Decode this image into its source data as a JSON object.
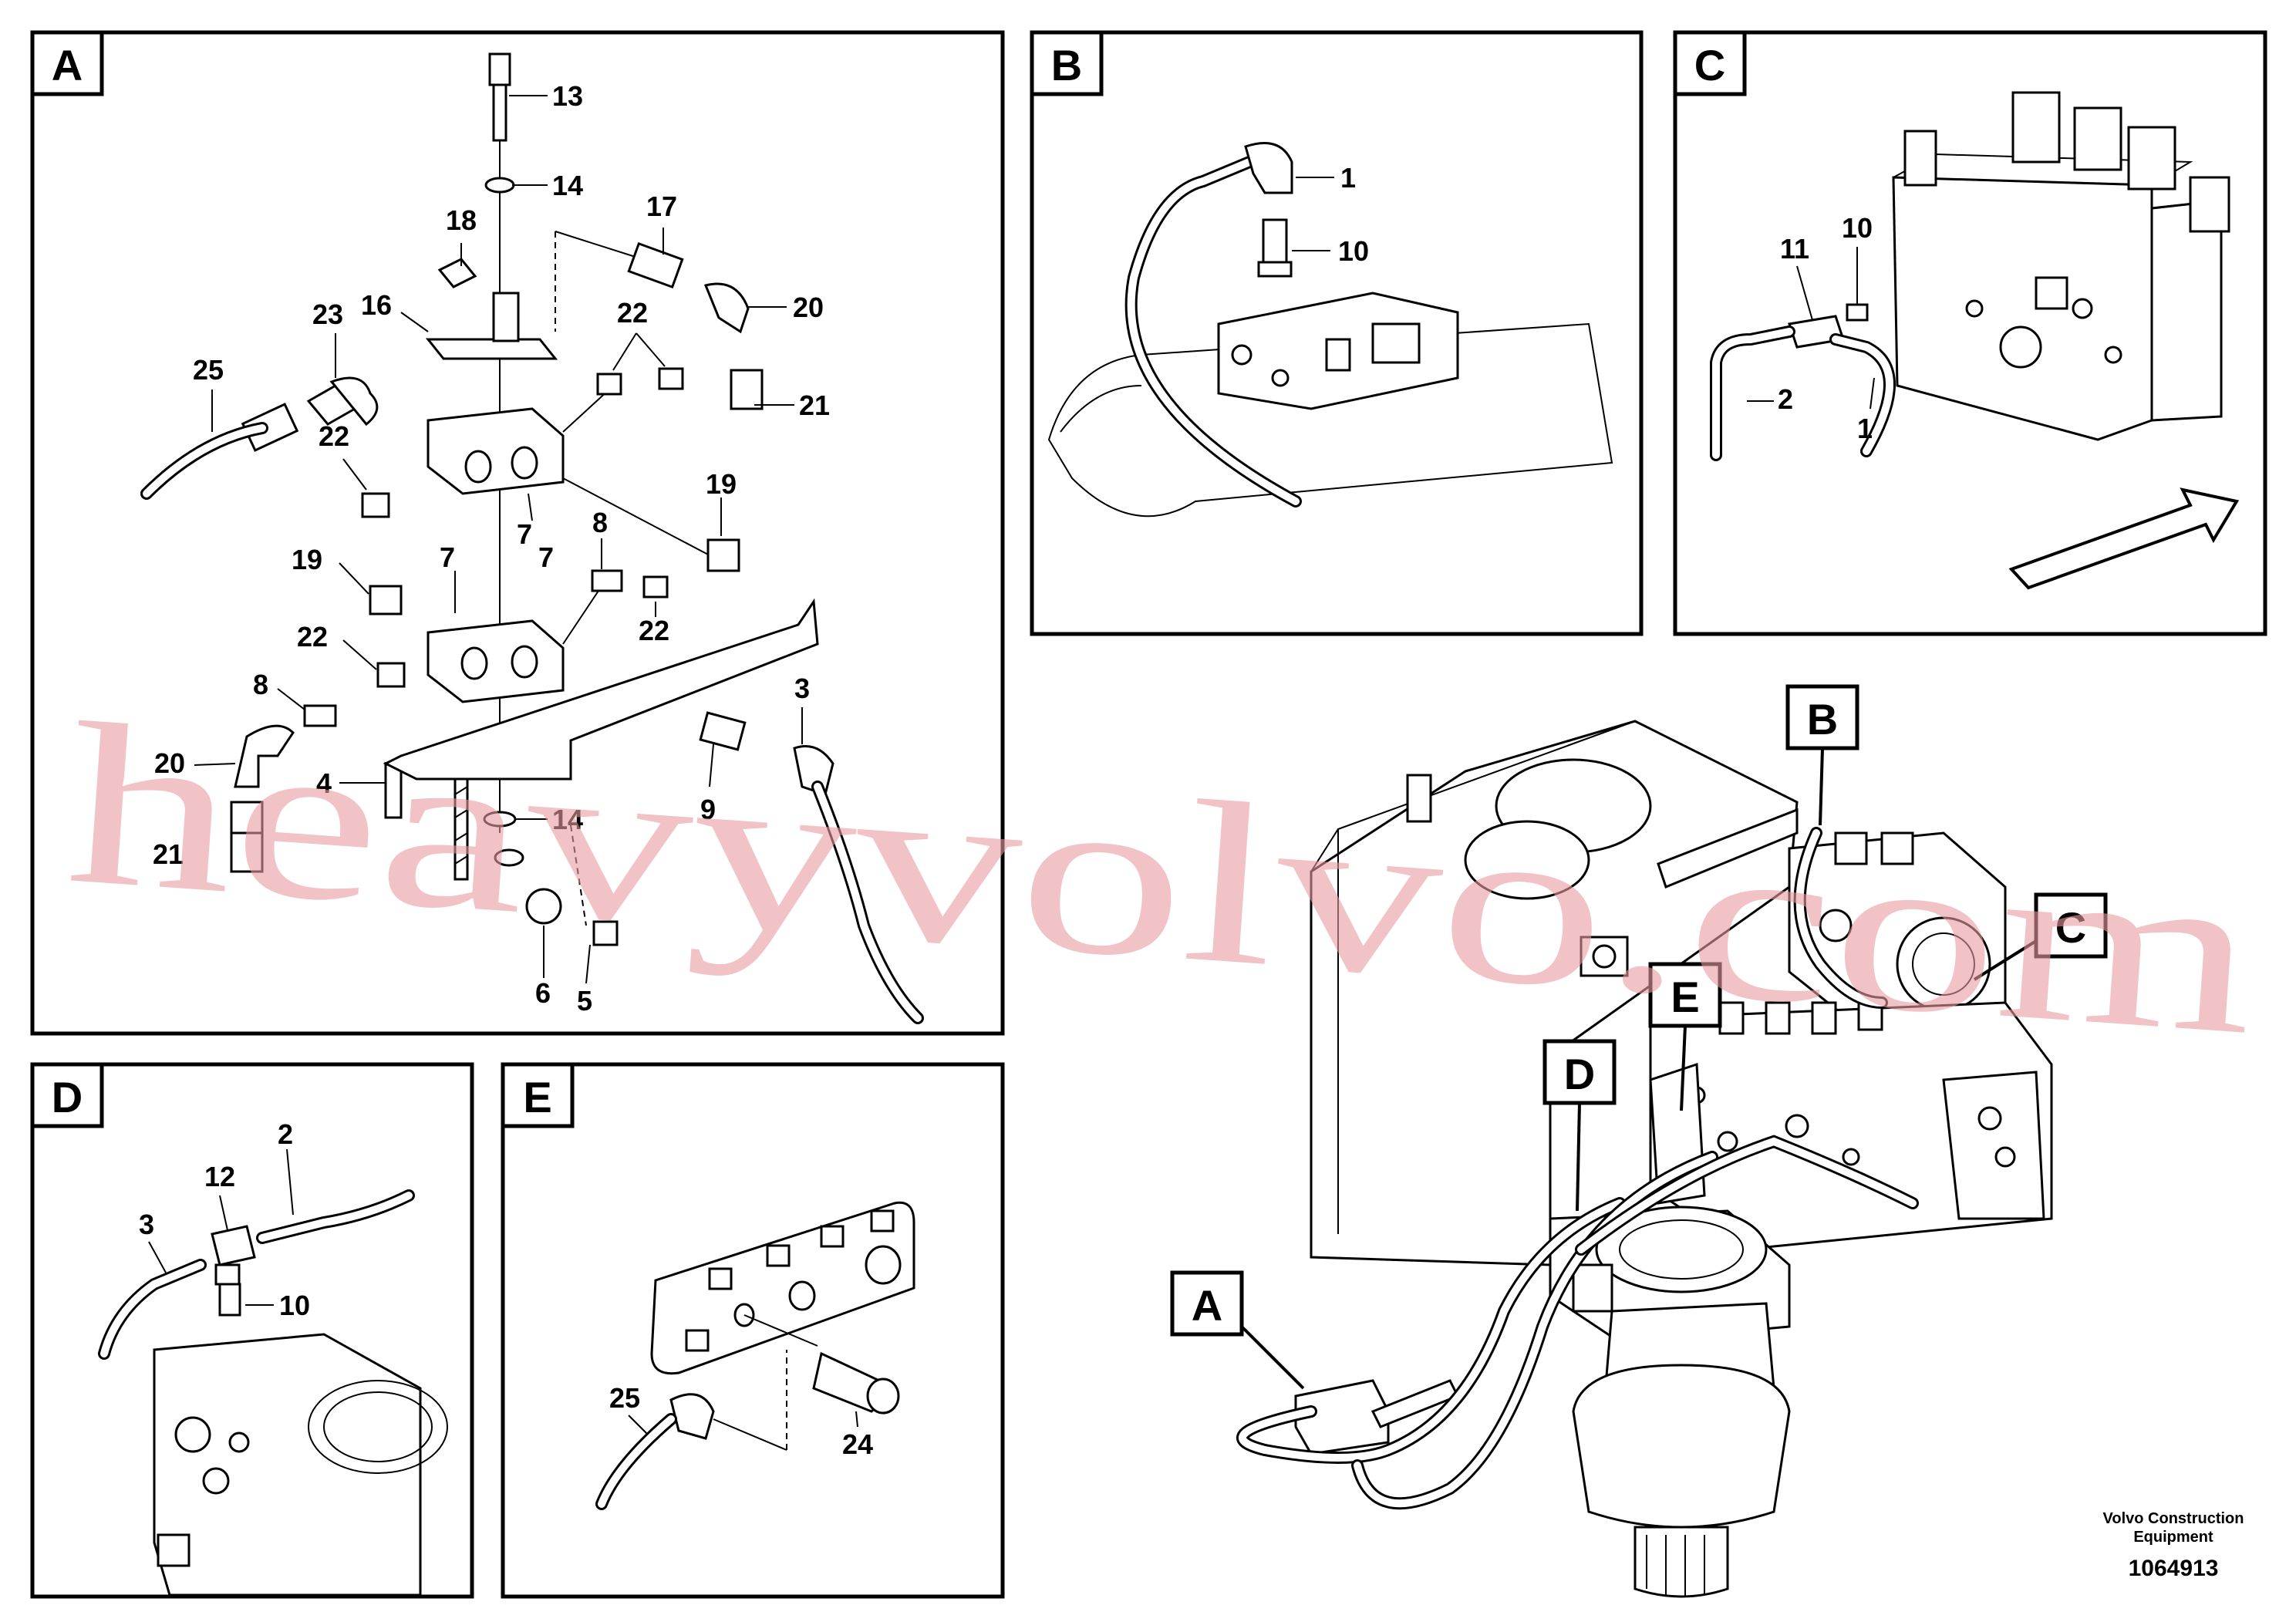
{
  "panels": {
    "A": {
      "tag": "A",
      "labels": [
        "13",
        "14",
        "17",
        "18",
        "23",
        "16",
        "22",
        "20",
        "25",
        "21",
        "22",
        "19",
        "7",
        "7",
        "8",
        "19",
        "7",
        "22",
        "22",
        "8",
        "3",
        "20",
        "4",
        "9",
        "14",
        "21",
        "6",
        "5"
      ]
    },
    "B": {
      "tag": "B",
      "labels": [
        "1",
        "10"
      ]
    },
    "C": {
      "tag": "C",
      "labels": [
        "10",
        "11",
        "2",
        "1"
      ]
    },
    "D": {
      "tag": "D",
      "labels": [
        "2",
        "12",
        "3",
        "10"
      ]
    },
    "E": {
      "tag": "E",
      "labels": [
        "25",
        "24"
      ]
    }
  },
  "overview_callouts": [
    "B",
    "C",
    "E",
    "D",
    "A"
  ],
  "footer": {
    "company_line1": "Volvo Construction",
    "company_line2": "Equipment",
    "drawing_number": "1064913"
  },
  "watermark": "heavyvolvo.com"
}
